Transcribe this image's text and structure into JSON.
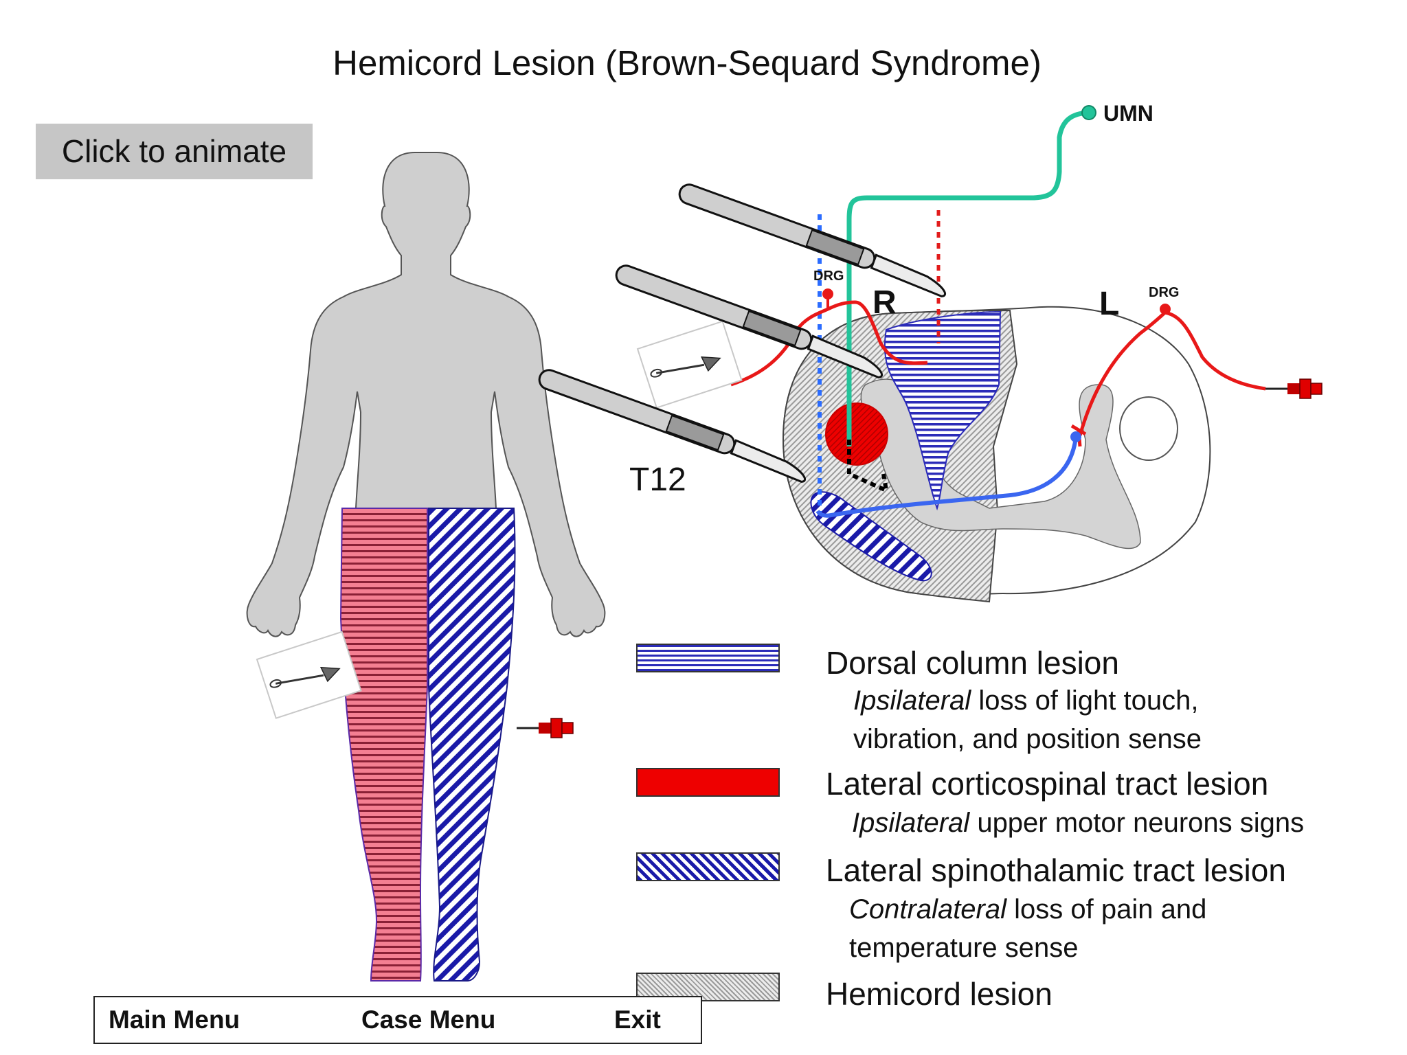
{
  "title": "Hemicord Lesion (Brown-Sequard Syndrome)",
  "animate_label": "Click to animate",
  "labels": {
    "umn": "UMN",
    "drg_right": "DRG",
    "drg_left": "DRG",
    "side_right": "R",
    "side_left": "L",
    "level": "T12"
  },
  "legend": [
    {
      "title": "Dorsal column lesion",
      "desc_lines": [
        {
          "italic": "Ipsilateral",
          "rest": " loss of light touch,"
        },
        {
          "italic": "",
          "rest": "vibration, and position sense"
        }
      ]
    },
    {
      "title": "Lateral corticospinal tract lesion",
      "desc_lines": [
        {
          "italic": "Ipsilateral",
          "rest": " upper motor neurons signs"
        }
      ]
    },
    {
      "title": "Lateral spinothalamic tract lesion",
      "desc_lines": [
        {
          "italic": "Contralateral",
          "rest": " loss of pain and"
        },
        {
          "italic": "",
          "rest": "temperature sense"
        }
      ]
    },
    {
      "title": "Hemicord lesion",
      "desc_lines": []
    }
  ],
  "nav": {
    "main_menu": "Main Menu",
    "case_menu": "Case Menu",
    "exit": "Exit"
  },
  "colors": {
    "dorsal_column": "#2b2bb8",
    "corticospinal": "#ee0000",
    "spinothalamic": "#1a1aa8",
    "umn_path": "#22c49a",
    "sensory_path": "#e81818",
    "pain_path": "#3a66f0",
    "body_fill": "#cfcfcf",
    "leg_pink": "#f06a7e"
  }
}
